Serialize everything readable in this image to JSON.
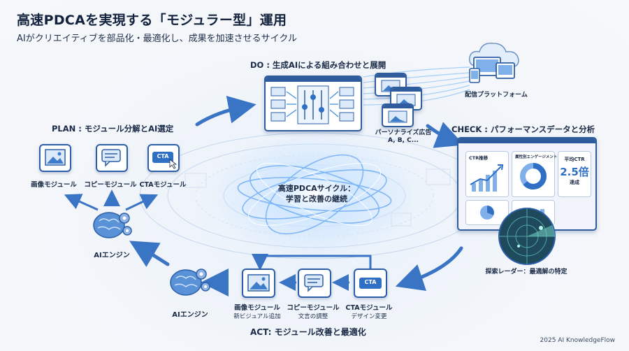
{
  "header": {
    "title": "高速PDCAを実現する「モジュラー型」運用",
    "subtitle": "AIがクリエイティブを部品化・最適化し、成果を加速させるサイクル"
  },
  "plan": {
    "label": "PLAN : モジュール分解とAI選定",
    "modules": [
      {
        "label": "画像モジュール",
        "icon": "image-icon"
      },
      {
        "label": "コピーモジュール",
        "icon": "speech-bubble-icon"
      },
      {
        "label": "CTAモジュール",
        "icon": "cta-button-icon",
        "badge": "CTA"
      }
    ],
    "engine_label": "AIエンジン"
  },
  "do": {
    "label": "DO : 生成AIによる組み合わせと展開",
    "variants_label": "パーソナライズ広告",
    "variants_sub": "A, B, C...",
    "platform_label": "配信プラットフォーム"
  },
  "center": {
    "line1": "高速PDCAサイクル：",
    "line2": "学習と改善の継続"
  },
  "check": {
    "label": "CHECK : パフォーマンスデータと分析",
    "dashboard": {
      "ctr_trend_title": "CTR推移",
      "engagement_title": "属性別エンゲージメント",
      "avg_ctr_title": "平均CTR",
      "avg_ctr_value": "2.5倍",
      "avg_ctr_caption": "達成"
    },
    "radar_label": "探索レーダー：最適解の特定"
  },
  "act": {
    "label": "ACT: モジュール改善と最適化",
    "engine_label": "AIエンジン",
    "modules": [
      {
        "label": "画像モジュール",
        "sub": "新ビジュアル追加",
        "icon": "image-icon"
      },
      {
        "label": "コピーモジュール",
        "sub": "文言の調整",
        "icon": "speech-bubble-icon"
      },
      {
        "label": "CTAモジュール",
        "sub": "デザイン変更",
        "icon": "cta-button-icon",
        "badge": "CTA"
      }
    ]
  },
  "footer": "2025 AI KnowledgeFlow",
  "colors": {
    "primary": "#2c5fa8",
    "accent": "#3e8de0",
    "glow": "#8fc4ff",
    "text": "#1b2a44"
  }
}
